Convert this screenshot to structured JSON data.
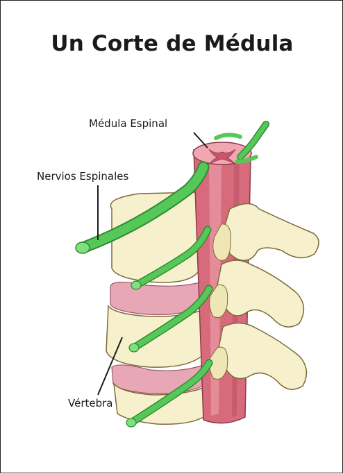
{
  "title": "Un Corte de Médula",
  "labels": {
    "medula": "Médula Espinal",
    "nervios": "Nervios Espinales",
    "vertebra": "Vértebra"
  },
  "colors": {
    "bone": "#f6f0cc",
    "bone_shadow": "#d9cf9c",
    "cord": "#d76b7c",
    "cord_light": "#f0a7b2",
    "disc": "#e7a7b5",
    "nerve": "#56c85a",
    "nerve_dark": "#2f8a33",
    "outline": "#7c6a3a"
  }
}
